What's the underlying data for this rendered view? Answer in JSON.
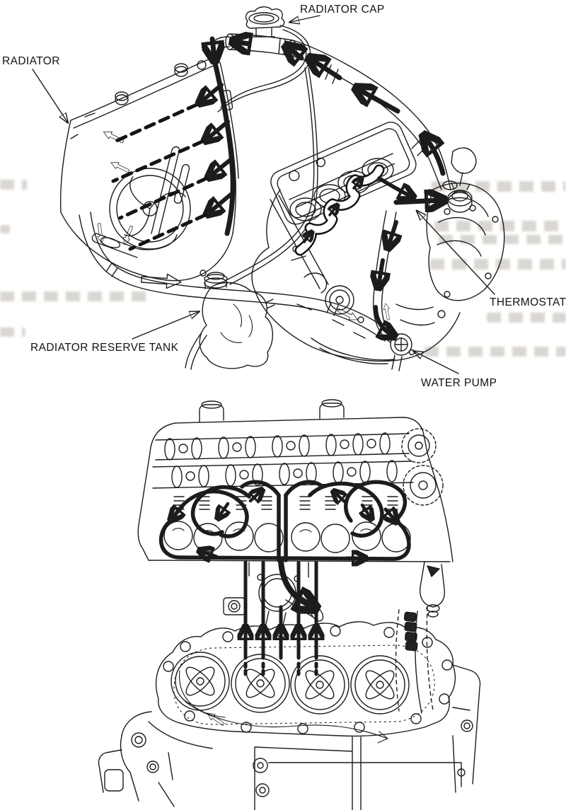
{
  "labels": {
    "radiator_cap": "RADIATOR CAP",
    "radiator": "RADIATOR",
    "thermostat": "THERMOSTAT",
    "radiator_reserve_tank": "RADIATOR RESERVE TANK",
    "water_pump": "WATER PUMP"
  },
  "colors": {
    "ink": "#1c1c1c",
    "flow_arrow": "#141414",
    "paper": "#ffffff",
    "bleedthrough": "#94887a"
  }
}
